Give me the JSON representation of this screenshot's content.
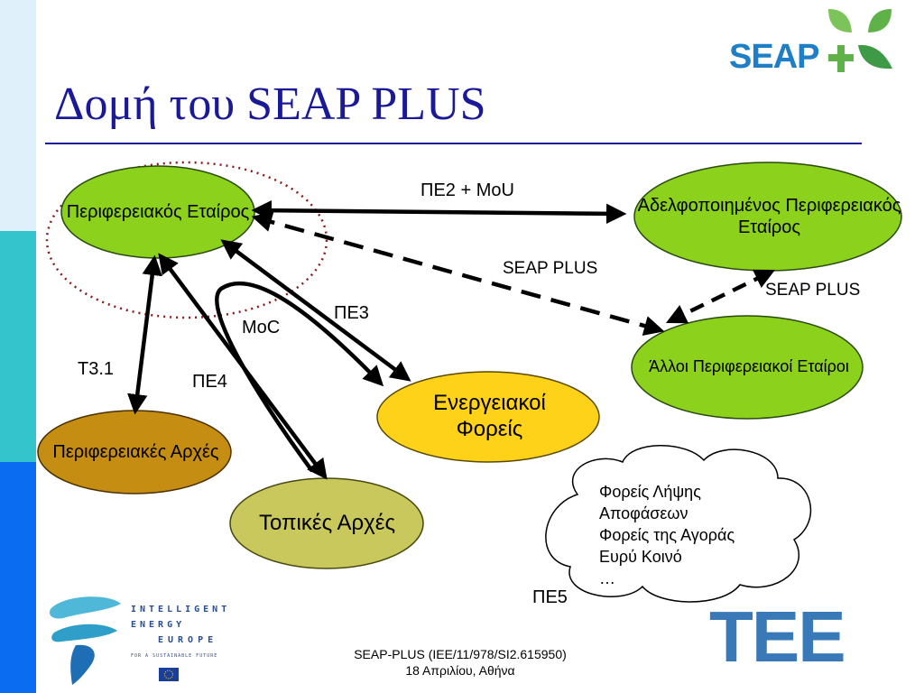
{
  "title": "Δομή του SEAP PLUS",
  "logo_seap": "SEAP",
  "nodes": {
    "regional_partner": "Περιφερειακός Εταίρος",
    "twin_partner": "Αδελφοποιημένος Περιφερειακός Εταίρος",
    "other_partners": "Άλλοι Περιφερειακοί Εταίροι",
    "energy_bodies": "Ενεργειακοί Φορείς",
    "regional_authorities": "Περιφερειακές Αρχές",
    "local_authorities": "Τοπικές Αρχές"
  },
  "edge_labels": {
    "pe2_mou": "ΠΕ2 + MoU",
    "seap_plus_dashed": "SEAP PLUS",
    "seap_plus_right": "SEAP PLUS",
    "pe3": "ΠΕ3",
    "moc": "MoC",
    "t31": "T3.1",
    "pe4": "ΠΕ4",
    "pe5": "ΠΕ5"
  },
  "cloud": {
    "lines": [
      "Φορείς Λήψης",
      "Αποφάσεων",
      "Φορείς της Αγοράς",
      "Ευρύ Κοινό",
      "…"
    ]
  },
  "iee_logo": {
    "line1": "INTELLIGENT",
    "line2": "ENERGY",
    "line3": "EUROPE",
    "tagline": "FOR A SUSTAINABLE FUTURE"
  },
  "tee_logo": "TEE",
  "footer": {
    "line1": "SEAP-PLUS (IEE/11/978/SI2.615950)",
    "line2": "18 Απριλίου, Αθήνα"
  },
  "colors": {
    "title": "#1a1a99",
    "node_green": "#8cd11c",
    "node_gold": "#ffd21a",
    "node_brown": "#c58d12",
    "node_olive": "#c8c85c",
    "seap_blue": "#1e7fc6",
    "seap_green": "#5fb24a"
  }
}
